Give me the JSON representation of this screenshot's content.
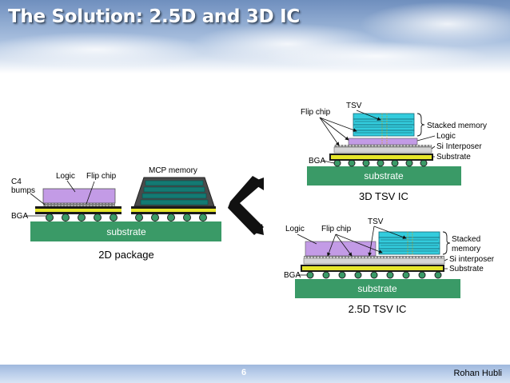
{
  "slide": {
    "title": "The Solution: 2.5D and 3D IC",
    "number": "6",
    "author": "Rohan Hubli"
  },
  "package_2d": {
    "caption": "2D package",
    "labels": {
      "c4_line1": "C4",
      "c4_line2": "bumps",
      "logic": "Logic",
      "flip_chip": "Flip chip",
      "mcp_memory": "MCP  memory",
      "bga": "BGA",
      "substrate": "substrate"
    }
  },
  "tsv_3d": {
    "caption": "3D TSV IC",
    "labels": {
      "tsv": "TSV",
      "flip_chip": "Flip chip",
      "stacked_memory": "Stacked memory",
      "logic": "Logic",
      "si_interposer": "Si Interposer",
      "substrate_side": "Substrate",
      "bga": "BGA",
      "substrate": "substrate"
    }
  },
  "tsv_25d": {
    "caption": "2.5D TSV IC",
    "labels": {
      "logic": "Logic",
      "flip_chip": "Flip chip",
      "tsv": "TSV",
      "stacked_line1": "Stacked",
      "stacked_line2": "memory",
      "si_interposer": "Si interposer",
      "substrate_side": "Substrate",
      "bga": "BGA",
      "substrate": "substrate"
    }
  },
  "colors": {
    "substrate": "#3a9a67",
    "logic_die": "#c39be6",
    "memory_die": "#33ccdd",
    "package_board": "#1a1a1a",
    "yellow_layer": "#e6e62a",
    "arrow": "#111111"
  },
  "icons": {
    "transition_arrow": "double-chevron-arrow-icon"
  }
}
